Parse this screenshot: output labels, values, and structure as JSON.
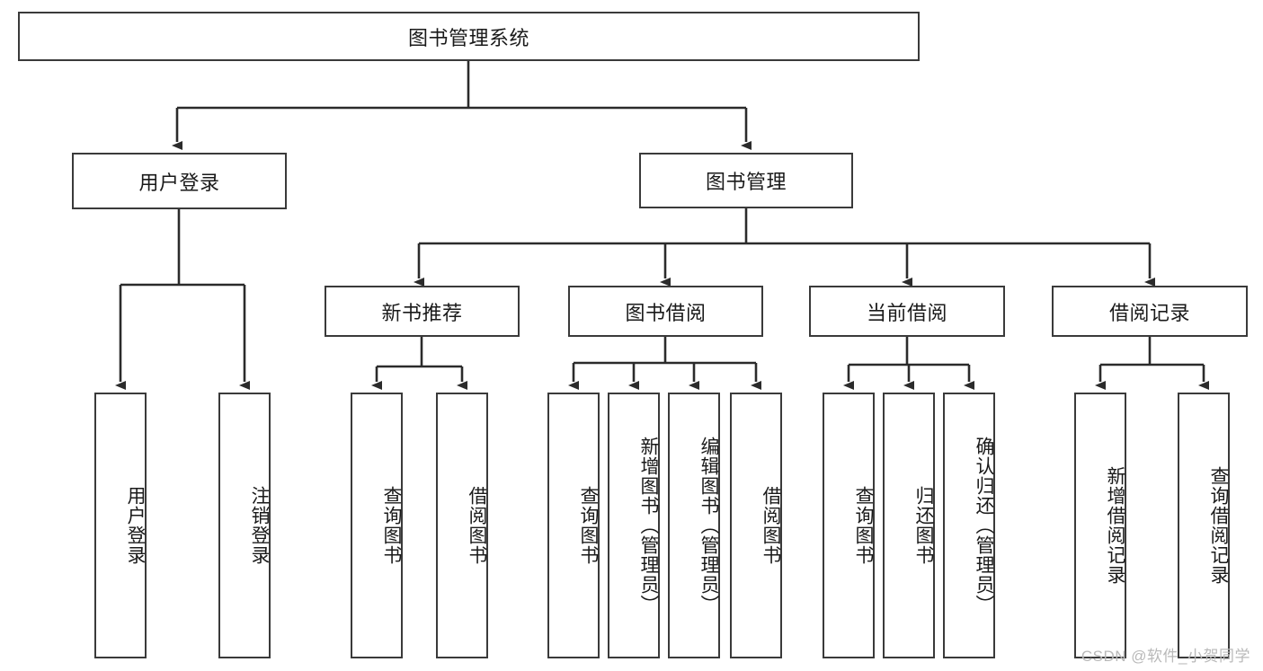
{
  "diagram": {
    "title": "图书管理系统",
    "watermark": "CSDN @软件_小贺同学",
    "colors": {
      "box_border": "#3a3a3a",
      "box_fill": "#ffffff",
      "edge": "#2b2b2b",
      "text": "#1a1a1a",
      "watermark": "#b9b9b9",
      "background": "#ffffff"
    },
    "type": "tree",
    "root": {
      "label": "图书管理系统"
    },
    "level2": [
      {
        "label": "用户登录"
      },
      {
        "label": "图书管理"
      }
    ],
    "level3": [
      {
        "label": "新书推荐"
      },
      {
        "label": "图书借阅"
      },
      {
        "label": "当前借阅"
      },
      {
        "label": "借阅记录"
      }
    ],
    "leaves": {
      "user_login": [
        {
          "label": "用户登录"
        },
        {
          "label": "注销登录"
        }
      ],
      "new_book_recommend": [
        {
          "label": "查询图书"
        },
        {
          "label": "借阅图书"
        }
      ],
      "book_borrow": [
        {
          "label": "查询图书"
        },
        {
          "label": "新增图书（管理员）"
        },
        {
          "label": "编辑图书（管理员）"
        },
        {
          "label": "借阅图书"
        }
      ],
      "current_borrow": [
        {
          "label": "查询图书"
        },
        {
          "label": "归还图书"
        },
        {
          "label": "确认归还（管理员）"
        }
      ],
      "borrow_record": [
        {
          "label": "新增借阅记录"
        },
        {
          "label": "查询借阅记录"
        }
      ]
    }
  }
}
